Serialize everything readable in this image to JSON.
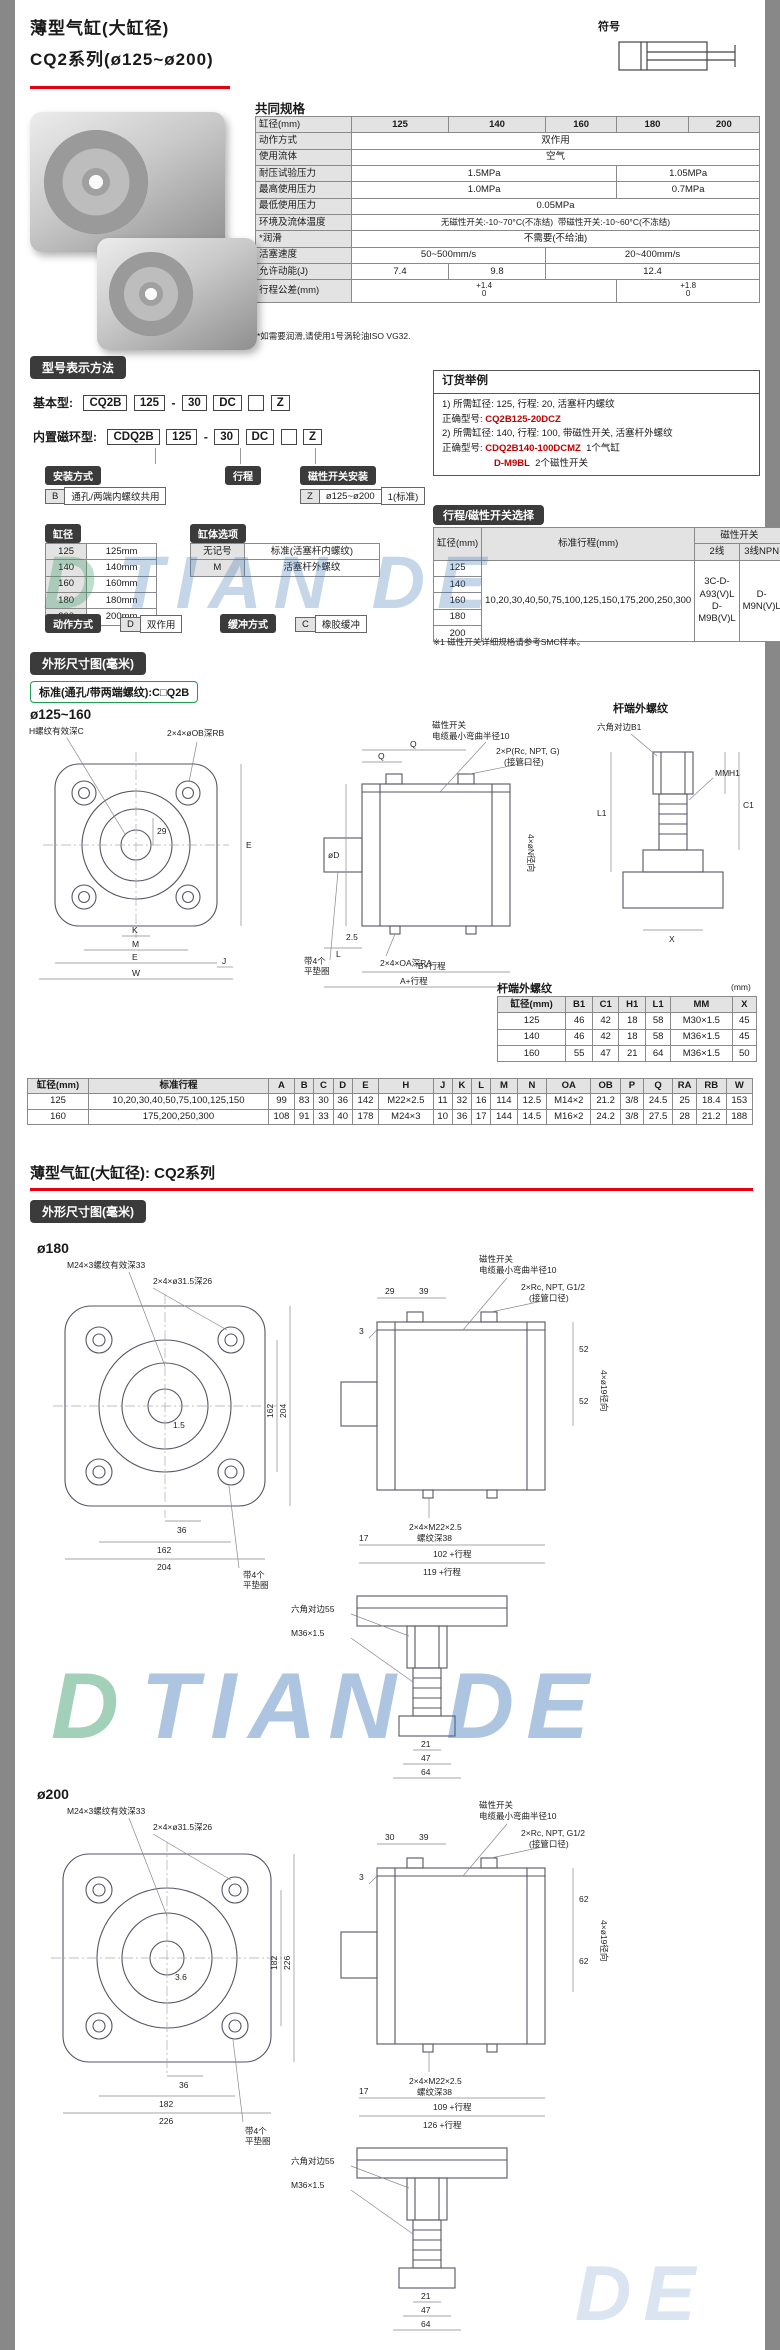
{
  "header": {
    "title1": "薄型气缸(大缸径)",
    "title2": "CQ2系列(ø125~ø200)",
    "symbol_label": "符号"
  },
  "specs": {
    "title": "共同规格",
    "bore_label": "缸径(mm)",
    "b1": "125",
    "b2": "140",
    "b3": "160",
    "b4": "180",
    "b5": "200",
    "action_label": "动作方式",
    "action_value": "双作用",
    "fluid_label": "使用流体",
    "fluid_value": "空气",
    "proof_label": "耐压试验压力",
    "proof_v1": "1.5MPa",
    "proof_v2": "1.05MPa",
    "maxp_label": "最高使用压力",
    "maxp_v1": "1.0MPa",
    "maxp_v2": "0.7MPa",
    "minp_label": "最低使用压力",
    "minp_value": "0.05MPa",
    "temp_label": "环境及流体温度",
    "temp_v1": "无磁性开关:-10~70°C(不冻结)",
    "temp_v2": "带磁性开关:-10~60°C(不冻结)",
    "lub_label": "*润滑",
    "lub_value": "不需要(不给油)",
    "speed_label": "活塞速度",
    "speed_v1": "50~500mm/s",
    "speed_v2": "20~400mm/s",
    "energy_label": "允许动能(J)",
    "energy_v1": "7.4",
    "energy_v2": "9.8",
    "energy_v3": "12.4",
    "tol_label": "行程公差(mm)",
    "tol_v1": "+1.4",
    "tol_v2": "+1.8",
    "tol_zero": "0",
    "note": "*如需要润滑,请使用1号涡轮油ISO VG32."
  },
  "model": {
    "title": "型号表示方法",
    "basic_label": "基本型:",
    "magnet_label": "内置磁环型:",
    "code1": "CQ2B",
    "code1m": "CDQ2B",
    "code_bore": "125",
    "dash": "-",
    "code_stroke": "30",
    "code_dc": "DC",
    "code_z": "Z",
    "mount_label": "安装方式",
    "mount_code": "B",
    "mount_desc": "通孔/两端内螺纹共用",
    "stroke_label": "行程",
    "swmount_label": "磁性开关安装",
    "swmount_code": "Z",
    "swmount_range": "ø125~ø200",
    "swmount_note": "1(标准)",
    "bore_label": "缸径",
    "bore_rows": [
      [
        "125",
        "125mm"
      ],
      [
        "140",
        "140mm"
      ],
      [
        "160",
        "160mm"
      ],
      [
        "180",
        "180mm"
      ],
      [
        "200",
        "200mm"
      ]
    ],
    "body_label": "缸体选项",
    "body_rows": [
      [
        "无记号",
        "标准(活塞杆内螺纹)"
      ],
      [
        "M",
        "活塞杆外螺纹"
      ]
    ],
    "action_label": "动作方式",
    "action_code": "D",
    "action_desc": "双作用",
    "cushion_label": "缓冲方式",
    "cushion_code": "C",
    "cushion_desc": "橡胶缓冲"
  },
  "ordering": {
    "title": "订货举例",
    "ex1_line": "1) 所需缸径: 125, 行程: 20, 活塞杆内螺纹",
    "ex1_code_label": "正确型号:",
    "ex1_code": "CQ2B125-20DCZ",
    "ex2_line": "2) 所需缸径: 140, 行程: 100, 带磁性开关, 活塞杆外螺纹",
    "ex2_code_label": "正确型号:",
    "ex2_code": "CDQ2B140-100DCMZ",
    "ex2_qty": "1个气缸",
    "ex2_code2": "D-M9BL",
    "ex2_qty2": "2个磁性开关"
  },
  "stroke_switch": {
    "title": "行程/磁性开关选择",
    "col_bore": "缸径(mm)",
    "col_stroke": "标准行程(mm)",
    "col_switch": "磁性开关",
    "col_2wire": "2线",
    "col_3wire": "3线NPN",
    "r1": "125",
    "r2": "140",
    "r3": "160",
    "r4": "180",
    "r5": "200",
    "strokes": "10,20,30,40,50,75,100,125,150,175,200,250,300",
    "sw2": "3C-D-A93(V)L D-M9B(V)L",
    "sw3": "D-M9N(V)L",
    "note": "※1 磁性开关详细规格请参考SMC样本。"
  },
  "dims": {
    "section_label": "外形尺寸图(毫米)",
    "standard_label": "标准(通孔/带两端螺纹):C□Q2B",
    "range_label": "ø125~160",
    "front": {
      "thread": "H螺纹有效深C",
      "holes": "2×4×øOB深RB",
      "e": "E",
      "m": "M",
      "k": "K",
      "j": "J",
      "w": "W",
      "d29": "29"
    },
    "side": {
      "q1": "Q",
      "q2": "Q",
      "sw1": "磁性开关",
      "sw2": "电缆最小弯曲半径10",
      "port": "2×P(Rc, NPT, G)",
      "port2": "(接管口径)",
      "dd": "øD",
      "d25": "2.5",
      "n": "4×øN径向",
      "washer": "带4个",
      "washer2": "平垫圈",
      "oa": "2×4×OA深RA",
      "l": "L",
      "b": "B+行程",
      "a": "A+行程"
    },
    "rodtitle": "杆端外螺纹",
    "rod": {
      "hex": "六角对边B1",
      "mm": "MM",
      "h1": "H1",
      "c1": "C1",
      "x": "X",
      "l1": "L1"
    },
    "rod_table_unit": "(mm)",
    "rod_table": [
      [
        "缸径(mm)",
        "B1",
        "C1",
        "H1",
        "L1",
        "MM",
        "X"
      ],
      [
        "125",
        "46",
        "42",
        "18",
        "58",
        "M30×1.5",
        "45"
      ],
      [
        "140",
        "46",
        "42",
        "18",
        "58",
        "M36×1.5",
        "45"
      ],
      [
        "160",
        "55",
        "47",
        "21",
        "64",
        "M36×1.5",
        "50"
      ]
    ],
    "main_table": [
      [
        "缸径(mm)",
        "标准行程",
        "A",
        "B",
        "C",
        "D",
        "E",
        "H",
        "J",
        "K",
        "L",
        "M",
        "N",
        "OA",
        "OB",
        "P",
        "Q",
        "RA",
        "RB",
        "W"
      ],
      [
        "125",
        "10,20,30,40,50,75,100,125,150",
        "99",
        "83",
        "30",
        "36",
        "142",
        "M22×2.5",
        "11",
        "32",
        "16",
        "114",
        "12.5",
        "M14×2",
        "21.2",
        "3/8",
        "24.5",
        "25",
        "18.4",
        "153"
      ],
      [
        "160",
        "175,200,250,300",
        "108",
        "91",
        "33",
        "40",
        "178",
        "M24×3",
        "10",
        "36",
        "17",
        "144",
        "14.5",
        "M16×2",
        "24.2",
        "3/8",
        "27.5",
        "28",
        "21.2",
        "188"
      ]
    ]
  },
  "section2": {
    "title": "薄型气缸(大缸径): CQ2系列",
    "dims_label": "外形尺寸图(毫米)"
  },
  "d180": {
    "label": "ø180",
    "front": {
      "thread": "M24×3螺纹有效深33",
      "holes": "2×4×ø31.5深26",
      "r204": "204",
      "r162": "162",
      "d36": "36",
      "d15": "1.5",
      "b162": "162",
      "b204": "204",
      "washer": "带4个",
      "washer2": "平垫圈"
    },
    "side": {
      "d29": "29",
      "d39": "39",
      "sw1": "磁性开关",
      "sw2": "电缆最小弯曲半径10",
      "port": "2×Rc, NPT, G1/2",
      "port2": "(接管口径)",
      "d52a": "52",
      "d52b": "52",
      "d3": "3",
      "bolt": "2×4×M22×2.5",
      "bolt2": "螺纹深38",
      "d17": "17",
      "b": "102 +行程",
      "a": "119 +行程",
      "n": "4×ø19径向"
    },
    "rod": {
      "hex": "六角对边55",
      "mm": "M36×1.5",
      "d21": "21",
      "d47": "47",
      "d64": "64"
    }
  },
  "d200": {
    "label": "ø200",
    "front": {
      "thread": "M24×3螺纹有效深33",
      "holes": "2×4×ø31.5深26",
      "r226": "226",
      "r182": "182",
      "d36": "36",
      "d36b": "3.6",
      "b182": "182",
      "b226": "226",
      "washer": "带4个",
      "washer2": "平垫圈"
    },
    "side": {
      "d30": "30",
      "d39": "39",
      "sw1": "磁性开关",
      "sw2": "电缆最小弯曲半径10",
      "port": "2×Rc, NPT, G1/2",
      "port2": "(接管口径)",
      "d62a": "62",
      "d62b": "62",
      "d3": "3",
      "bolt": "2×4×M22×2.5",
      "bolt2": "螺纹深38",
      "d17": "17",
      "b": "109 +行程",
      "a": "126 +行程",
      "n": "4×ø19径向"
    },
    "rod": {
      "hex": "六角对边55",
      "mm": "M36×1.5",
      "d21": "21",
      "d47": "47",
      "d64": "64"
    }
  },
  "watermark": {
    "logo": "D",
    "text": "TIAN DE",
    "partial": "DE"
  }
}
